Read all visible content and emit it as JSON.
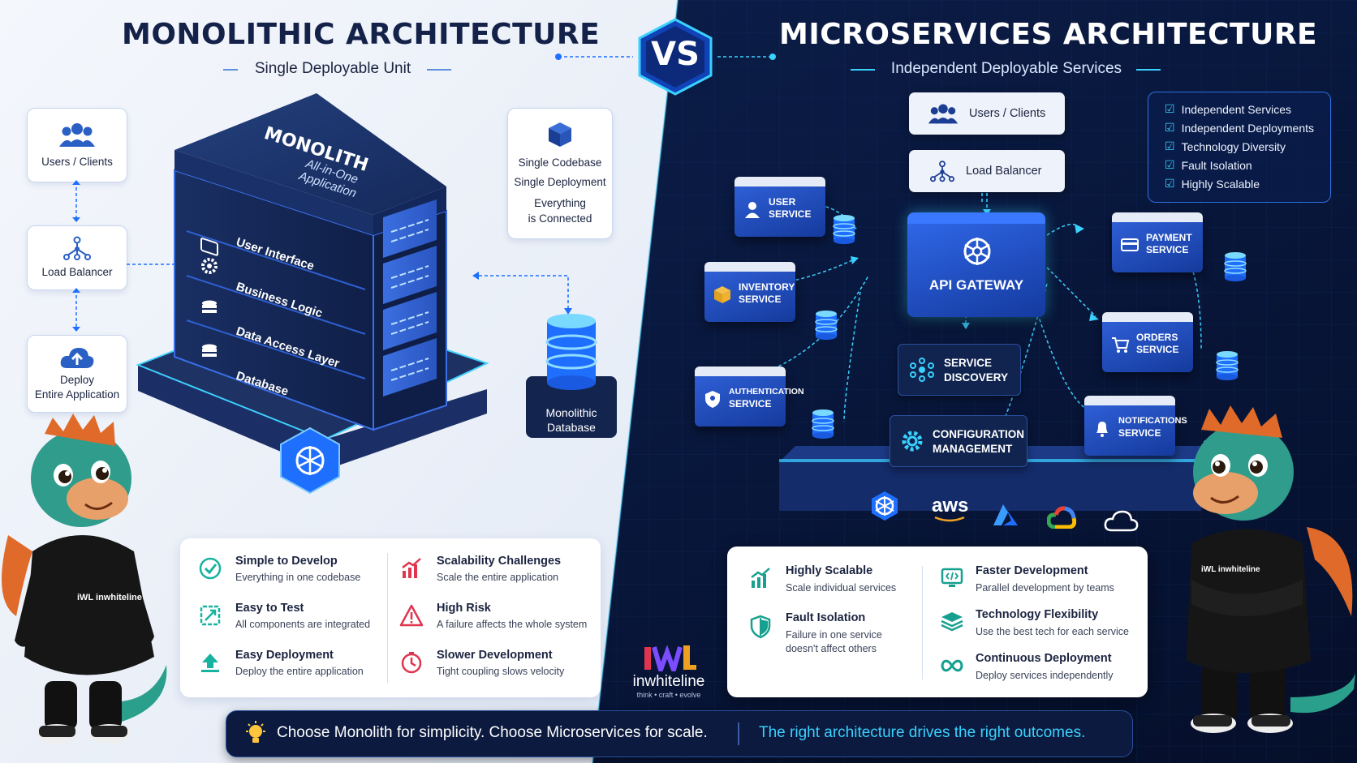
{
  "colors": {
    "navy": "#0b1a3e",
    "accent": "#1f6fff",
    "cyan": "#3ad1ff",
    "light_bg": "#eef2f9",
    "title_dark": "#14224a"
  },
  "left": {
    "title": "MONOLITHIC ARCHITECTURE",
    "subtitle": "Single Deployable Unit",
    "flow": [
      {
        "icon": "users-icon",
        "label": "Users / Clients"
      },
      {
        "icon": "load-balancer-icon",
        "label": "Load Balancer"
      },
      {
        "icon": "cloud-upload-icon",
        "label_lines": [
          "Deploy",
          "Entire Application"
        ]
      }
    ],
    "info_box": {
      "icon": "cube-icon",
      "lines": [
        "Single Codebase",
        "Single Deployment",
        "Everything",
        "is Connected"
      ]
    },
    "monolith": {
      "title": "MONOLITH",
      "subtitle_lines": [
        "All-in-One",
        "Application"
      ],
      "layers": [
        {
          "icon": "monitor-icon",
          "label": "User Interface"
        },
        {
          "icon": "gear-icon",
          "label": "Business Logic"
        },
        {
          "icon": "database-icon",
          "label": "Data Access Layer"
        },
        {
          "icon": "database-icon",
          "label": "Database"
        }
      ]
    },
    "database": {
      "label_lines": [
        "Monolithic",
        "Database"
      ]
    },
    "pros": [
      {
        "icon": "check-circle-icon",
        "title": "Simple to Develop",
        "desc": "Everything in one codebase"
      },
      {
        "icon": "test-icon",
        "title": "Easy to Test",
        "desc": "All components are integrated"
      },
      {
        "icon": "deploy-arrow-icon",
        "title": "Easy Deployment",
        "desc": "Deploy the entire application"
      }
    ],
    "cons": [
      {
        "icon": "chart-up-icon",
        "title": "Scalability Challenges",
        "desc": "Scale the entire application"
      },
      {
        "icon": "warning-icon",
        "title": "High Risk",
        "desc": "A failure affects the whole system"
      },
      {
        "icon": "clock-icon",
        "title": "Slower Development",
        "desc": "Tight coupling slows velocity"
      }
    ]
  },
  "vs": "VS",
  "right": {
    "title": "MICROSERVICES ARCHITECTURE",
    "subtitle": "Independent Deployable Services",
    "users": "Users / Clients",
    "load_balancer": "Load Balancer",
    "checklist": [
      "Independent Services",
      "Independent Deployments",
      "Technology Diversity",
      "Fault Isolation",
      "Highly Scalable"
    ],
    "api_gateway": "API GATEWAY",
    "service_discovery": [
      "SERVICE",
      "DISCOVERY"
    ],
    "config_management": [
      "CONFIGURATION",
      "MANAGEMENT"
    ],
    "services": [
      {
        "icon": "user-icon",
        "lines": [
          "USER",
          "SERVICE"
        ]
      },
      {
        "icon": "box-icon",
        "lines": [
          "INVENTORY",
          "SERVICE"
        ]
      },
      {
        "icon": "shield-icon",
        "lines": [
          "AUTHENTICATION",
          "SERVICE"
        ]
      },
      {
        "icon": "payment-icon",
        "lines": [
          "PAYMENT",
          "SERVICE"
        ]
      },
      {
        "icon": "cart-icon",
        "lines": [
          "ORDERS",
          "SERVICE"
        ]
      },
      {
        "icon": "bell-icon",
        "lines": [
          "NOTIFICATIONS",
          "SERVICE"
        ]
      }
    ],
    "platform_logos": [
      "kubernetes-icon",
      "aws",
      "azure-icon",
      "google-cloud-icon",
      "cloud-icon"
    ],
    "aws_text": "aws",
    "benefits_left": [
      {
        "icon": "chart-up-icon",
        "title": "Highly Scalable",
        "desc_lines": [
          "Scale individual services"
        ]
      },
      {
        "icon": "shield-check-icon",
        "title": "Fault Isolation",
        "desc_lines": [
          "Failure in one service",
          "doesn't affect others"
        ]
      }
    ],
    "benefits_right": [
      {
        "icon": "code-monitor-icon",
        "title": "Faster Development",
        "desc_lines": [
          "Parallel development by teams"
        ]
      },
      {
        "icon": "layers-icon",
        "title": "Technology Flexibility",
        "desc_lines": [
          "Use the best tech for each service"
        ]
      },
      {
        "icon": "infinity-icon",
        "title": "Continuous Deployment",
        "desc_lines": [
          "Deploy services independently"
        ]
      }
    ]
  },
  "brand": {
    "logo_text": "iWL",
    "name": "inwhiteline",
    "tagline": "think • craft • evolve",
    "hoodie_text": "inwhiteline"
  },
  "footer": {
    "left": "Choose Monolith for simplicity. Choose Microservices for scale.",
    "right": "The right architecture drives the right outcomes."
  }
}
